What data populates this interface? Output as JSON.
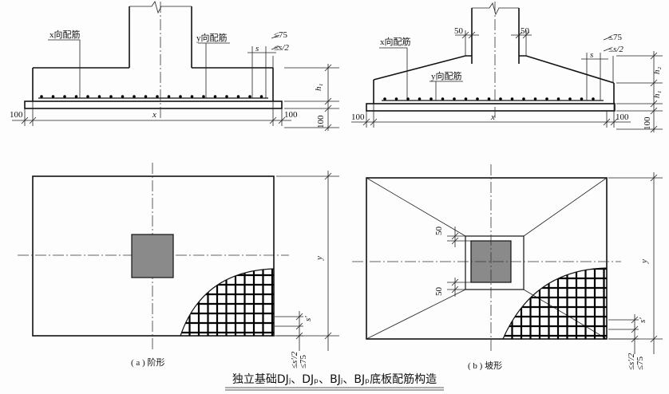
{
  "title": "独立基础DJⱼ、DJₚ、BJⱼ、BJₚ底板配筋构造",
  "left": {
    "caption": "( a ) 阶形",
    "x_rebar": "x向配筋",
    "y_rebar": "y向配筋",
    "le75": "≤75",
    "le_s2": "≤s/2",
    "s": "s",
    "h1": "h₁",
    "d100_bottom": "100",
    "d100_left": "100",
    "d100_right": "100",
    "x": "x",
    "y": "y",
    "s_prime": "s'",
    "le_sp2": "≤s'/2",
    "le75_v": "≤75"
  },
  "right": {
    "caption": "( b ) 坡形",
    "x_rebar": "x向配筋",
    "y_rebar": "y向配筋",
    "d50_a": "50",
    "d50_b": "50",
    "d50_c": "50",
    "d50_d": "50",
    "le75": "≤75",
    "le_s2": "≤s/2",
    "s": "s",
    "h2": "h₂",
    "h1": "h₁",
    "d100_bottom": "100",
    "d100_left": "100",
    "d100_right": "100",
    "x": "x",
    "y": "y",
    "s_prime": "s'",
    "le_sp2": "≤s'/2",
    "le75_v": "≤75"
  }
}
